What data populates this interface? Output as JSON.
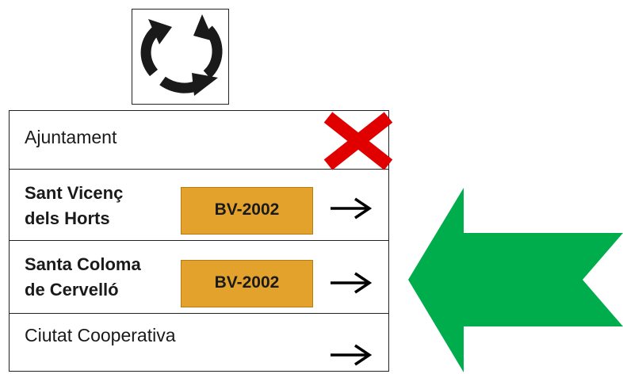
{
  "sign": {
    "rows": [
      {
        "destination": "Ajuntament",
        "road": null,
        "arrow": false,
        "blocked": true
      },
      {
        "destination_lines": [
          "Sant Vicenç",
          "dels Horts"
        ],
        "road": "BV-2002",
        "arrow": true
      },
      {
        "destination_lines": [
          "Santa Coloma",
          "de Cervelló"
        ],
        "road": "BV-2002",
        "arrow": true
      },
      {
        "destination": "Ciutat Cooperativa",
        "road": null,
        "arrow": true
      }
    ]
  },
  "icons": {
    "roundabout": "roundabout-icon",
    "blocked": "cross-icon",
    "direction": "arrow-right-icon",
    "approach": "big-arrow-left-icon"
  },
  "colors": {
    "road_badge": "#e3a22b",
    "cross": "#e00000",
    "approach_arrow": "#00ad4d",
    "border": "#222222"
  }
}
